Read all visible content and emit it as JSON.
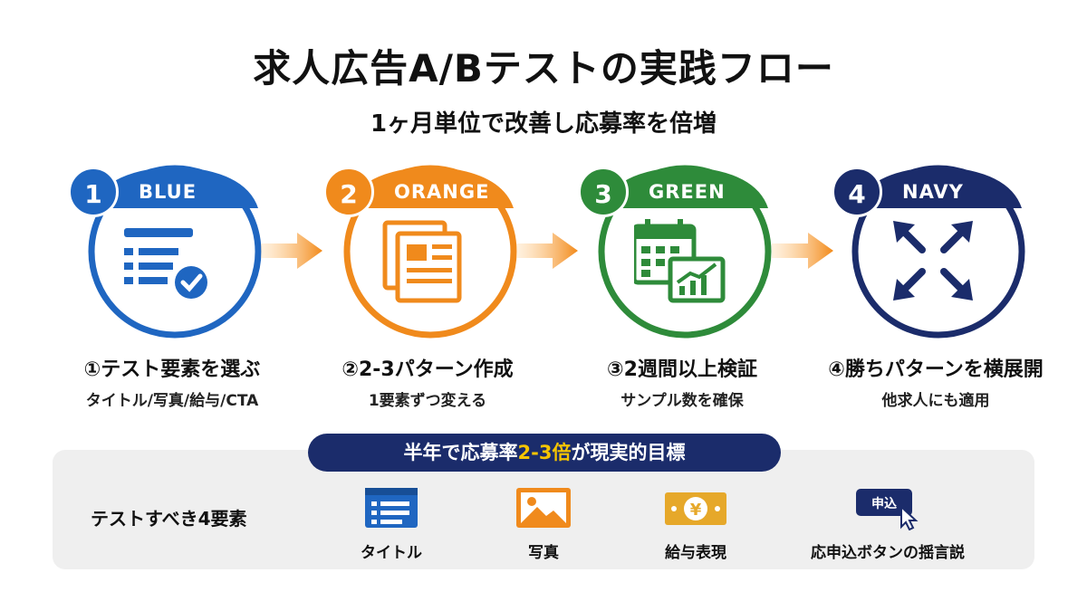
{
  "title": "求人広告A/Bテストの実践フロー",
  "subtitle": "1ヶ月単位で改善し応募率を倍増",
  "steps": [
    {
      "number": "1",
      "color_name": "BLUE",
      "color": "#1f66c1",
      "label": "①テスト要素を選ぶ",
      "sub": "タイトル/写真/給与/CTA",
      "icon": "checklist-icon"
    },
    {
      "number": "2",
      "color_name": "ORANGE",
      "color": "#f08a1c",
      "label": "②2-3パターン作成",
      "sub": "1要素ずつ変える",
      "icon": "documents-icon"
    },
    {
      "number": "3",
      "color_name": "GREEN",
      "color": "#2e8b3a",
      "label": "③2週間以上検証",
      "sub": "サンプル数を確保",
      "icon": "calendar-chart-icon"
    },
    {
      "number": "4",
      "color_name": "NAVY",
      "color": "#1b2c6b",
      "label": "④勝ちパターンを横展開",
      "sub": "他求人にも適用",
      "icon": "expand-arrows-icon"
    }
  ],
  "banner": {
    "prefix": "半年で応募率",
    "highlight": "2-3倍",
    "suffix": "が現実的目標"
  },
  "panel": {
    "label": "テストすべき4要素",
    "elements": [
      {
        "label": "タイトル",
        "icon": "title-list-icon",
        "color": "#1f66c1"
      },
      {
        "label": "写真",
        "icon": "photo-icon",
        "color": "#f08a1c"
      },
      {
        "label": "給与表現",
        "icon": "yen-bill-icon",
        "color": "#e6a82a"
      },
      {
        "label": "応申込ボタンの揺言説",
        "icon": "apply-button-icon",
        "color": "#1b2c6b",
        "button_text": "申込"
      }
    ]
  }
}
